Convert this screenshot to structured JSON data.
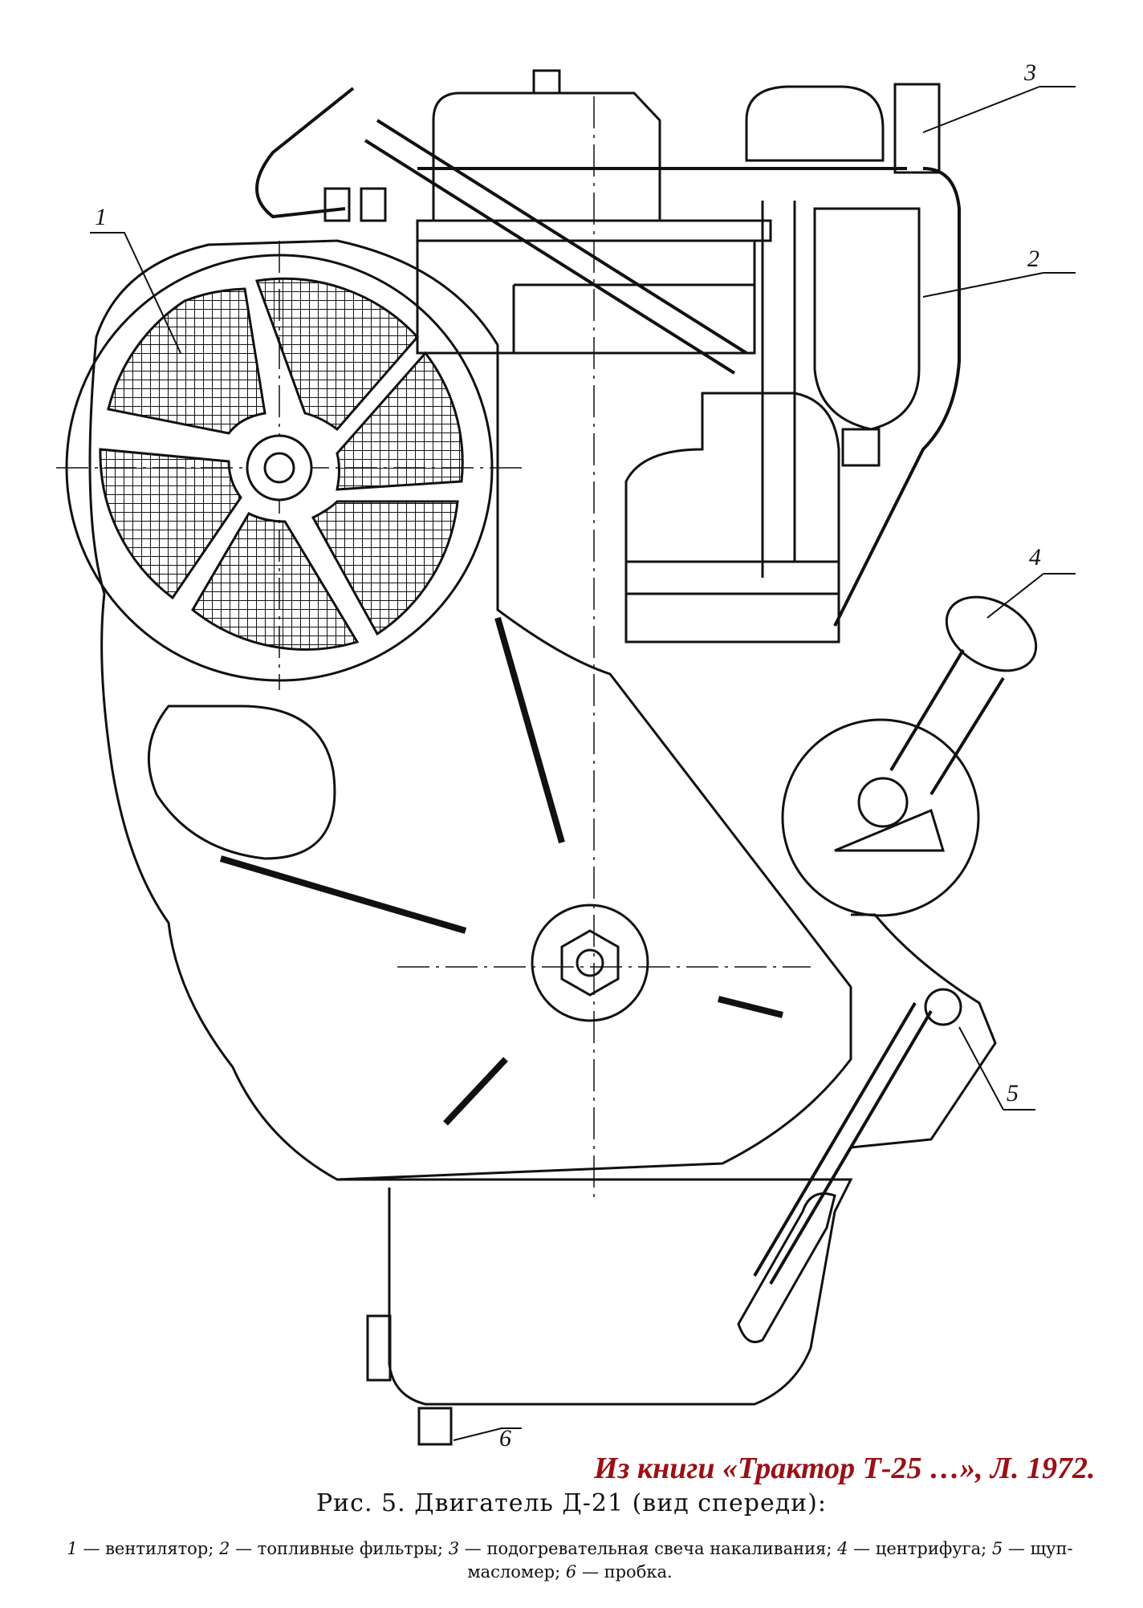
{
  "source_note": "Из книги «Трактор Т-25 …», Л. 1972.",
  "figure": {
    "title": "Рис. 5. Двигатель Д-21 (вид спереди):",
    "callouts": [
      "1",
      "2",
      "3",
      "4",
      "5",
      "6"
    ],
    "legend": [
      {
        "num": "1",
        "text": "— вентилятор; "
      },
      {
        "num": "2",
        "text": "— топливные фильтры; "
      },
      {
        "num": "3",
        "text": "— подогревательная свеча накаливания; "
      },
      {
        "num": "4",
        "text": "— центрифуга; "
      },
      {
        "num": "5",
        "text": "— щуп-масломер; "
      },
      {
        "num": "6",
        "text": "— пробка."
      }
    ]
  },
  "colors": {
    "ink": "#111111",
    "source_note": "#9b1016"
  }
}
